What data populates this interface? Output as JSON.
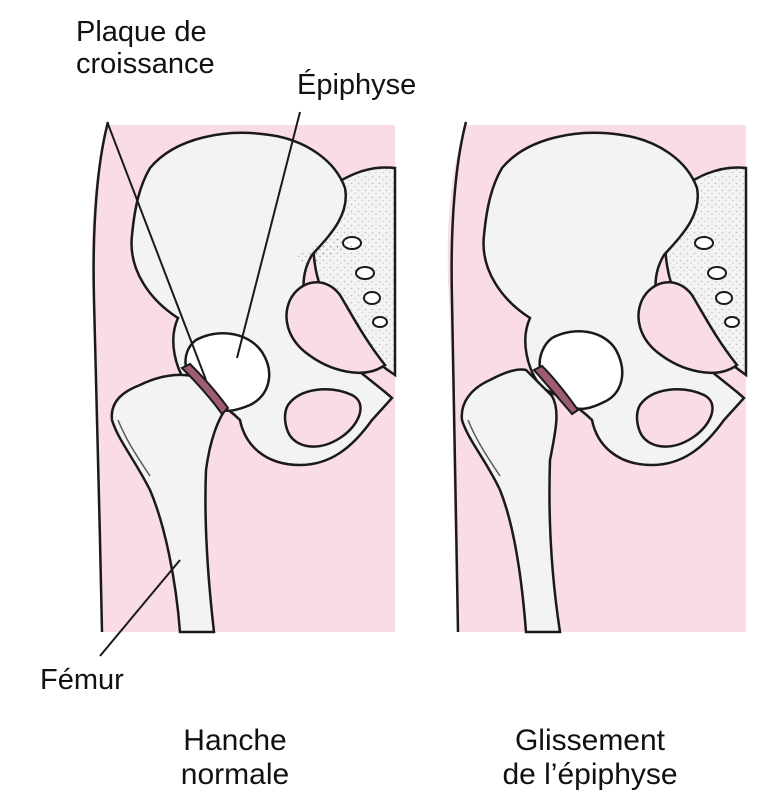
{
  "labels": {
    "growth_plate": [
      "Plaque de",
      "croissance"
    ],
    "epiphysis": "Épiphyse",
    "femur": "Fémur"
  },
  "captions": {
    "left": [
      "Hanche",
      "normale"
    ],
    "right": [
      "Glissement",
      "de l’épiphyse"
    ]
  },
  "colors": {
    "background_tissue": "#f9dce6",
    "bone_fill": "#f3f3f3",
    "growth_plate": "#9e5c74",
    "outline": "#1a1a1a"
  }
}
